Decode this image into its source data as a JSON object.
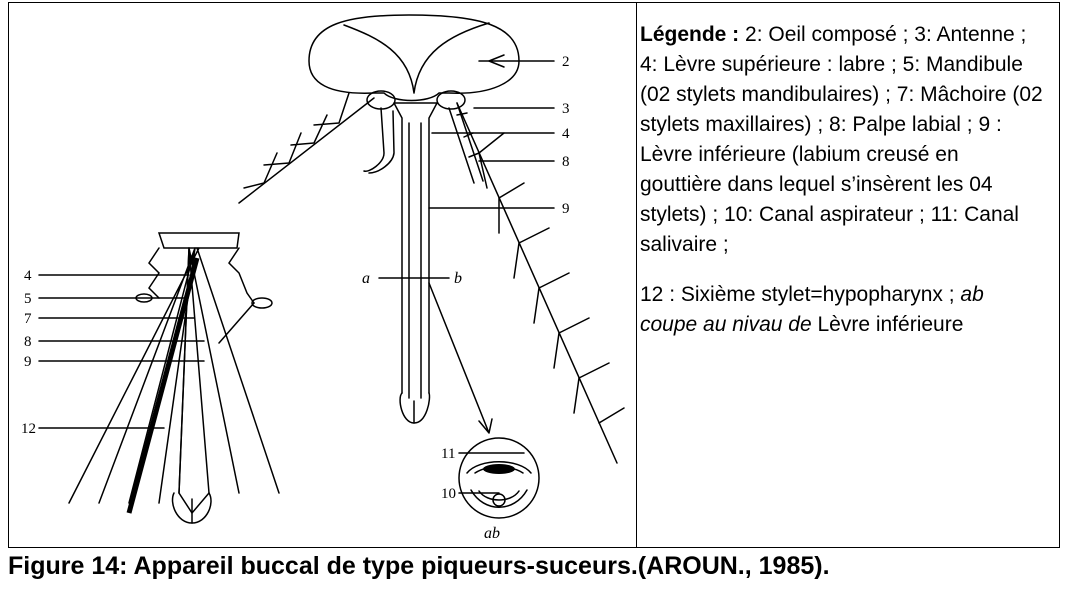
{
  "legend": {
    "title": "Légende :",
    "body": " 2: Oeil composé ; 3: Antenne ; 4: Lèvre supérieure : labre ;  5: Mandibule (02 stylets mandibulaires) ; 7: Mâchoire (02 stylets maxillaires) ; 8: Palpe labial ; 9 : Lèvre inférieure (labium creusé en gouttière dans lequel s’insèrent les 04 stylets) ; 10: Canal aspirateur ; 11: Canal salivaire ;",
    "p2_text": " 12 : Sixième stylet=hypopharynx ; ",
    "p2_italic": "ab coupe au nivau de",
    "p2_end": " Lèvre inférieure"
  },
  "caption": {
    "prefix": "Figure 14",
    "rest": ": Appareil buccal de type piqueurs-suceurs.(AROUN., 1985)."
  },
  "figure_labels": {
    "n2": "2",
    "n3": "3",
    "n4": "4",
    "n8": "8",
    "n9": "9",
    "l4": "4",
    "l5": "5",
    "l7": "7",
    "l8": "8",
    "l9": "9",
    "l12": "12",
    "s11": "11",
    "s10": "10",
    "a": "a",
    "b": "b",
    "ab": "ab"
  }
}
